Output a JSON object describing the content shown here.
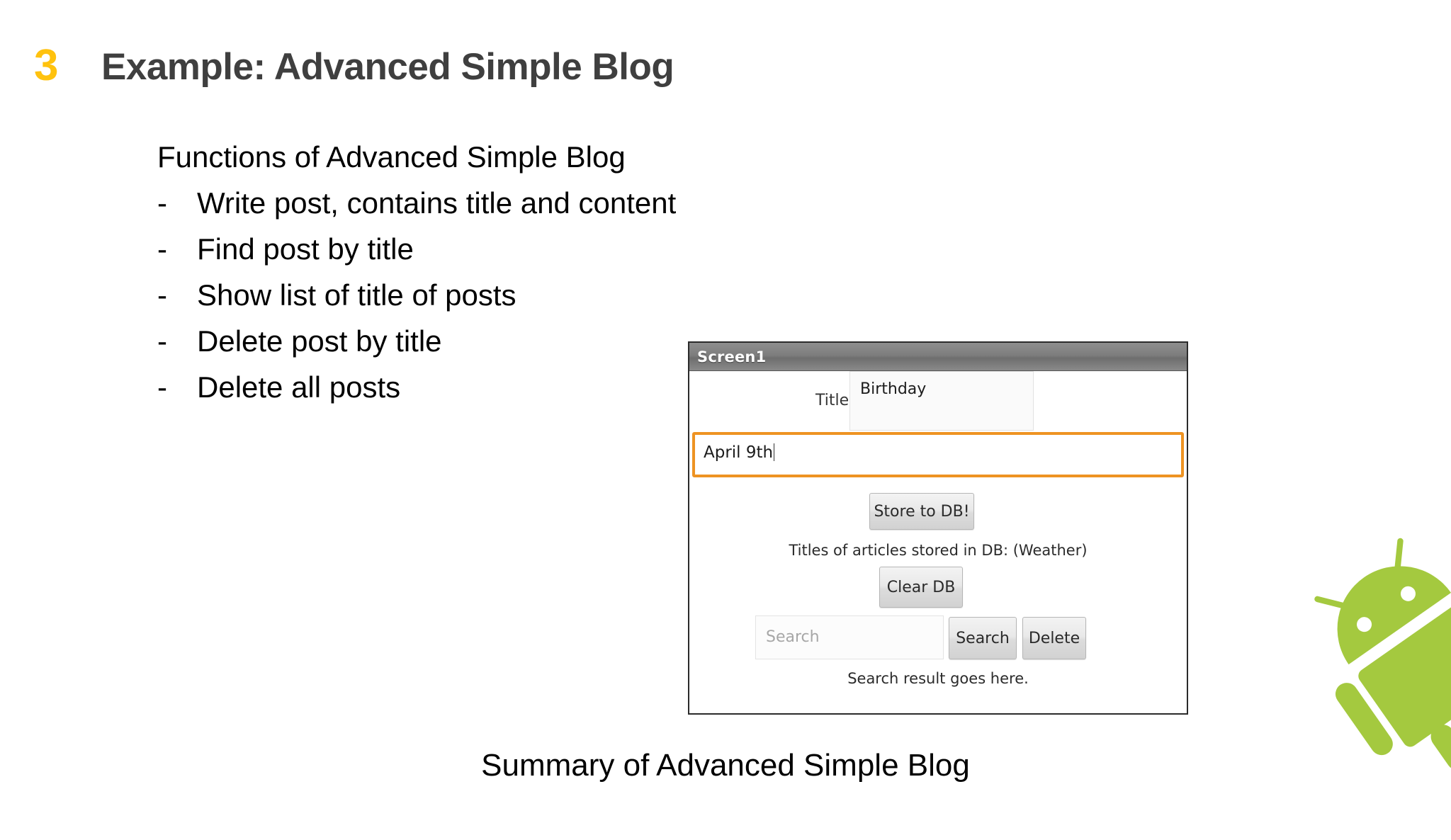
{
  "slide": {
    "number": "3",
    "title": "Example: Advanced Simple Blog",
    "number_color": "#FFC20E",
    "title_color": "#3F3F3F"
  },
  "content": {
    "lead": "Functions of Advanced Simple Blog",
    "bullet_marker": "-",
    "bullets": [
      "Write post, contains title and content",
      "Find post by title",
      "Show list of title of posts",
      "Delete post by title",
      "Delete all posts"
    ]
  },
  "mockup": {
    "titlebar": {
      "text": "Screen1"
    },
    "title_row": {
      "label": "Title",
      "value": "Birthday"
    },
    "content_field": {
      "value": "April 9th",
      "focus_border_color": "#EE9322"
    },
    "store_button": "Store to DB!",
    "db_note": "Titles of articles stored in DB: (Weather)",
    "clear_button": "Clear DB",
    "search": {
      "placeholder": "Search",
      "search_button": "Search",
      "delete_button": "Delete"
    },
    "search_result": "Search result goes here."
  },
  "caption": "Summary of Advanced Simple Blog",
  "mascot": {
    "name": "android-robot",
    "color": "#A4C93F"
  }
}
